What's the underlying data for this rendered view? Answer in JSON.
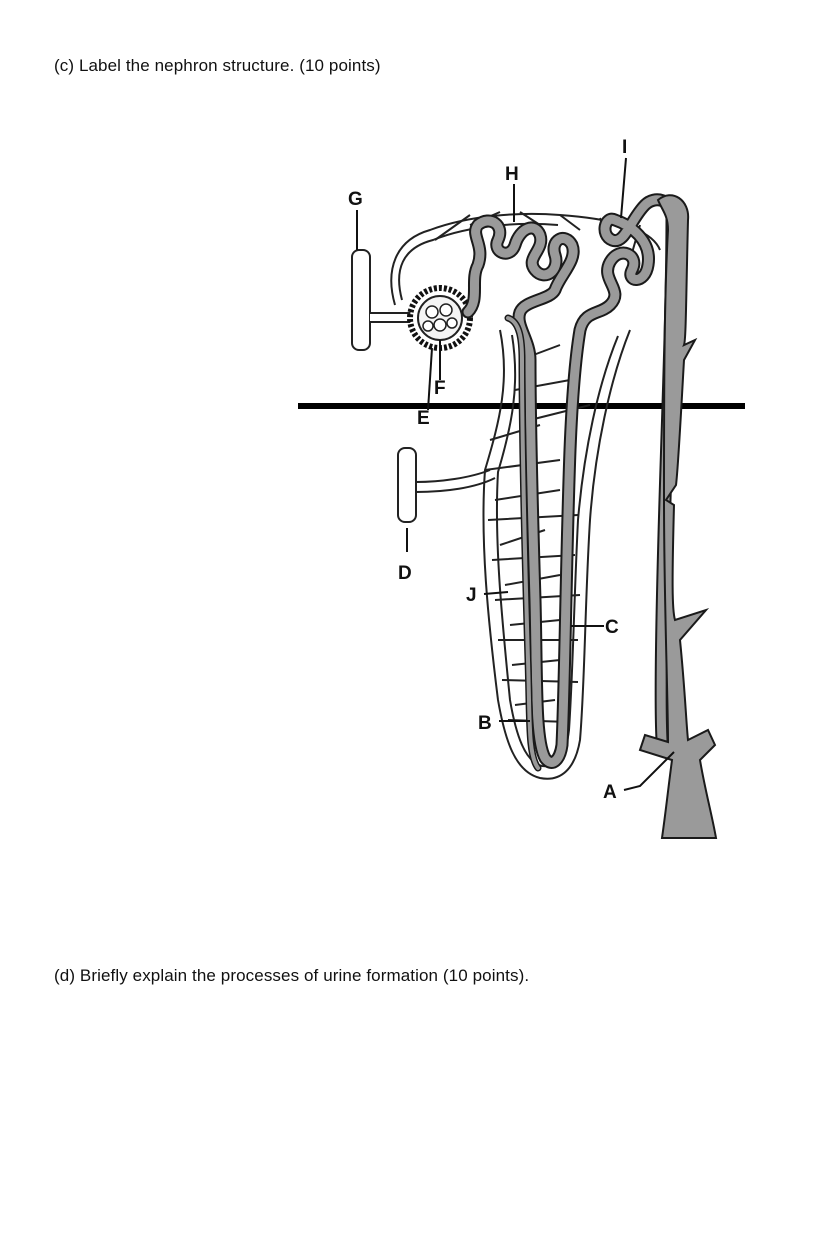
{
  "questions": {
    "c": "(c) Label the nephron structure. (10 points)",
    "d": "(d) Briefly explain the processes of urine formation (10 points)."
  },
  "figure": {
    "labels": {
      "A": "A",
      "B": "B",
      "C": "C",
      "D": "D",
      "E": "E",
      "F": "F",
      "G": "G",
      "H": "H",
      "I": "I",
      "J": "J"
    },
    "colors": {
      "tubule_fill": "#9a9a9a",
      "tubule_stroke": "#1a1a1a",
      "capillary_stroke": "#222222",
      "boundary_line": "#000000"
    }
  }
}
